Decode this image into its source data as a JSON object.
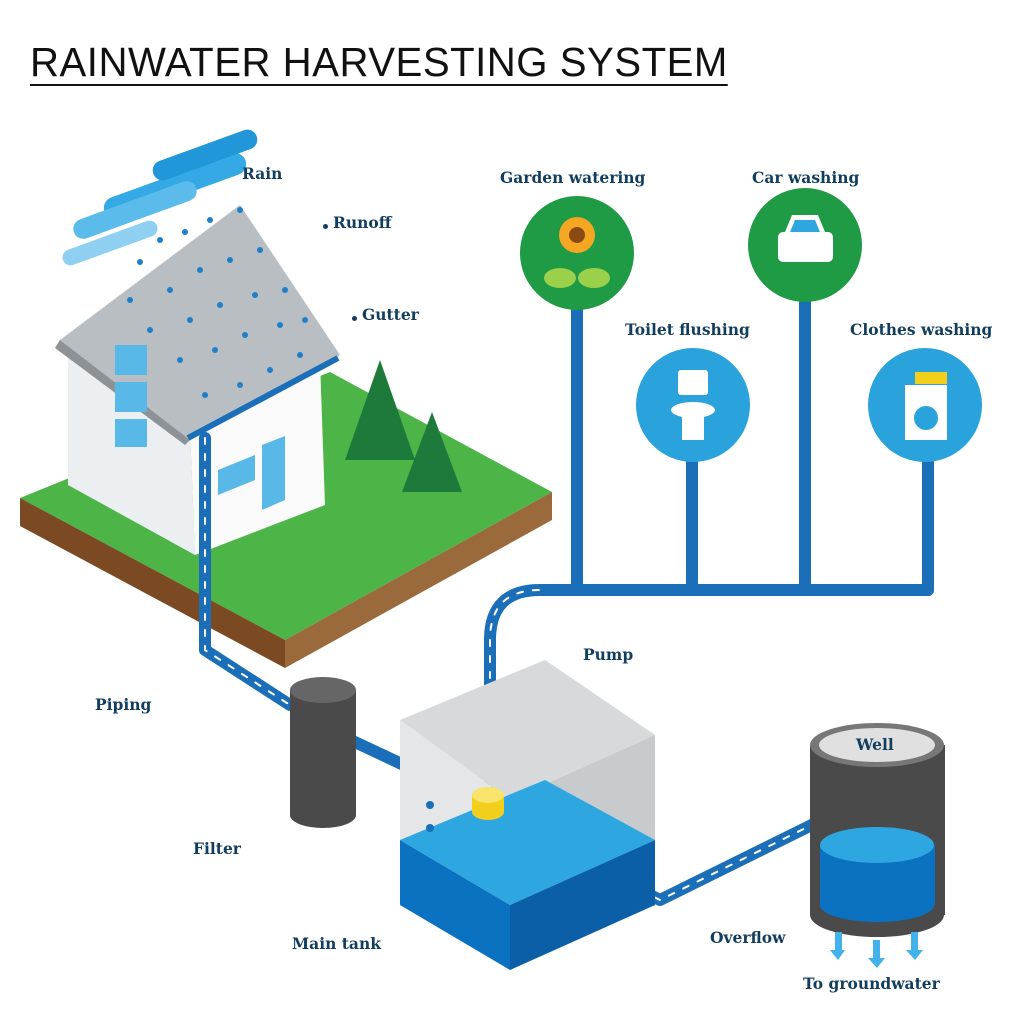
{
  "title": "RAINWATER HARVESTING SYSTEM",
  "labels": {
    "rain": "Rain",
    "runoff": "Runoff",
    "gutter": "Gutter",
    "piping": "Piping",
    "filter": "Filter",
    "main_tank": "Main tank",
    "pump": "Pump",
    "overflow": "Overflow",
    "well": "Well",
    "to_groundwater": "To groundwater",
    "garden_watering": "Garden watering",
    "car_washing": "Car washing",
    "toilet_flushing": "Toilet flushing",
    "clothes_washing": "Clothes washing"
  },
  "colors": {
    "label": "#123e5e",
    "pipe": "#1b6fb8",
    "water_light": "#2ea6e0",
    "water_dark": "#0a72c0",
    "green_circle": "#1f9a45",
    "blue_circle": "#2aa3dd",
    "grass": "#4db547",
    "soil": "#8a5a2e"
  }
}
